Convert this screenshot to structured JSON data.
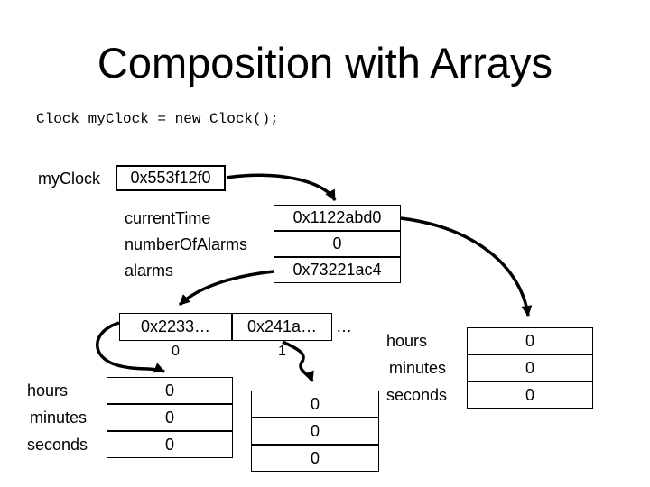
{
  "title": "Composition with Arrays",
  "code_line": "Clock myClock = new Clock();",
  "colors": {
    "ink": "#000000",
    "background": "#ffffff"
  },
  "my_clock": {
    "label": "myClock",
    "address": "0x553f12f0"
  },
  "clock_object": {
    "fields": [
      {
        "name": "currentTime",
        "value": "0x1122abd0"
      },
      {
        "name": "numberOfAlarms",
        "value": "0"
      },
      {
        "name": "alarms",
        "value": "0x73221ac4"
      }
    ]
  },
  "alarms_array": {
    "cells": [
      {
        "address": "0x2233…",
        "index": "0"
      },
      {
        "address": "0x241a…",
        "index": "1"
      }
    ],
    "ellipsis": "…"
  },
  "current_time_object": {
    "rows": [
      {
        "label": "hours",
        "value": "0"
      },
      {
        "label": "minutes",
        "value": "0"
      },
      {
        "label": "seconds",
        "value": "0"
      }
    ]
  },
  "alarm0_object": {
    "rows": [
      {
        "label": "hours",
        "value": "0"
      },
      {
        "label": "minutes",
        "value": "0"
      },
      {
        "label": "seconds",
        "value": "0"
      }
    ]
  },
  "alarm1_object": {
    "values": [
      "0",
      "0",
      "0"
    ]
  }
}
